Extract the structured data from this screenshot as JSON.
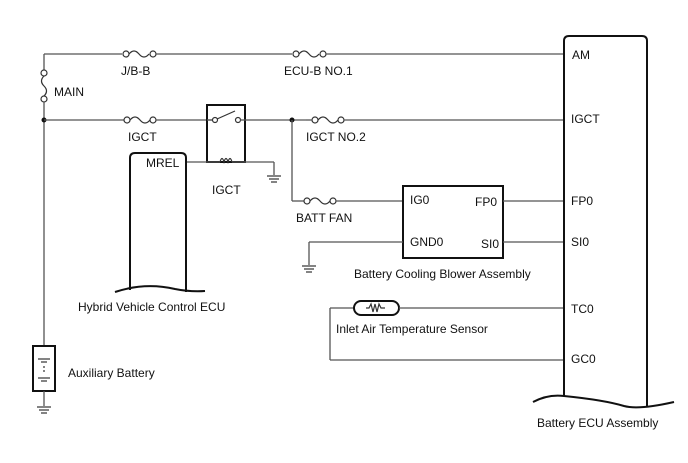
{
  "diagram": {
    "fuses": {
      "jb_b": "J/B-B",
      "ecu_b_no1": "ECU-B NO.1",
      "main": "MAIN",
      "igct": "IGCT",
      "igct_no2": "IGCT NO.2",
      "batt_fan": "BATT FAN"
    },
    "relay": {
      "label": "IGCT"
    },
    "hv_ecu": {
      "name": "Hybrid Vehicle Control ECU",
      "pin": "MREL"
    },
    "blower": {
      "name": "Battery Cooling Blower Assembly",
      "pins": {
        "ig0": "IG0",
        "gnd0": "GND0",
        "fp0": "FP0",
        "si0": "SI0"
      }
    },
    "sensor": {
      "name": "Inlet Air Temperature Sensor"
    },
    "battery": {
      "name": "Auxiliary Battery"
    },
    "battery_ecu": {
      "name": "Battery ECU Assembly",
      "pins": {
        "am": "AM",
        "igct": "IGCT",
        "fp0": "FP0",
        "si0": "SI0",
        "tc0": "TC0",
        "gc0": "GC0"
      }
    }
  }
}
